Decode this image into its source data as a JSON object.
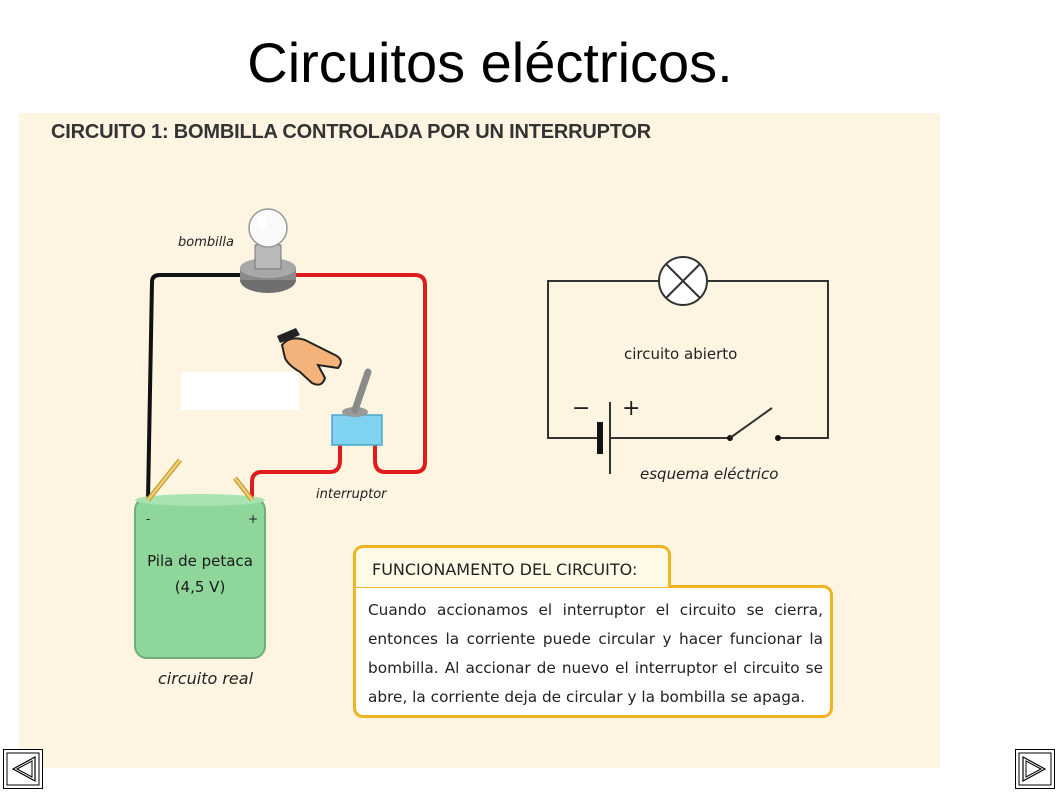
{
  "slide": {
    "title": "Circuitos eléctricos."
  },
  "panel": {
    "title": "CIRCUITO 1: BOMBILLA CONTROLADA POR UN INTERRUPTOR",
    "labels": {
      "bulb": "bombilla",
      "switch": "interruptor",
      "real_circuit": "circuito real",
      "open_circuit": "circuito abierto",
      "schematic": "esquema eléctrico",
      "minus": "−",
      "plus": "+",
      "battery_minus": "-",
      "battery_plus": "+"
    },
    "battery": {
      "line1": "Pila de petaca",
      "line2": "(4,5 V)"
    },
    "function_box": {
      "title": "FUNCIONAMENTO DEL CIRCUITO:",
      "text": "Cuando accionamos el interruptor el circuito se cierra, entonces la corriente puede circular y hacer funcionar la bombilla. Al accionar de nuevo el interruptor el circuito se abre, la corriente deja de circular y la bombilla se apaga."
    }
  },
  "colors": {
    "panel_bg": "#fdf5e2",
    "wire_red": "#e01b1b",
    "wire_black": "#111111",
    "battery_green": "#8fd69a",
    "switch_blue": "#7fd3f0",
    "box_border": "#f2b320"
  },
  "icons": {
    "hand": "pointing-hand-icon",
    "prev": "previous-slide-icon",
    "next": "next-slide-icon"
  }
}
